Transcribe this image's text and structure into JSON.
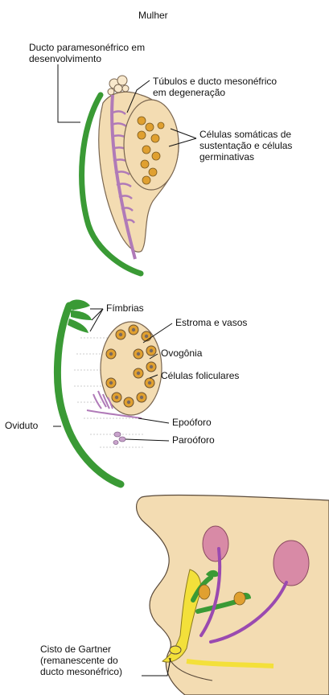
{
  "title": "Mulher",
  "panel1": {
    "paramesonephric_duct": "Ducto paramesonéfrico em desenvolvimento",
    "mesonephric_tubules": "Túbulos e ducto mesonéfrico em degeneração",
    "somatic_cells": "Células somáticas de sustentação e células germinativas"
  },
  "panel2": {
    "fimbriae": "Fímbrias",
    "stroma": "Estroma e vasos",
    "oogonia": "Ovogônia",
    "follicular_cells": "Células foliculares",
    "oviduct": "Oviduto",
    "epoophoron": "Epoóforo",
    "paroophoron": "Paroóforo"
  },
  "panel3": {
    "gartner_cyst": "Cisto de Gartner (remanescente do ducto mesonéfrico)"
  },
  "colors": {
    "duct_green": "#3a9a35",
    "mesonephric_purple": "#b07ab8",
    "gonad_tan": "#f3dcb2",
    "germ_cell_orange": "#e0a030",
    "ovary_pink": "#d88aa6",
    "cyst_yellow": "#f3e03a"
  }
}
